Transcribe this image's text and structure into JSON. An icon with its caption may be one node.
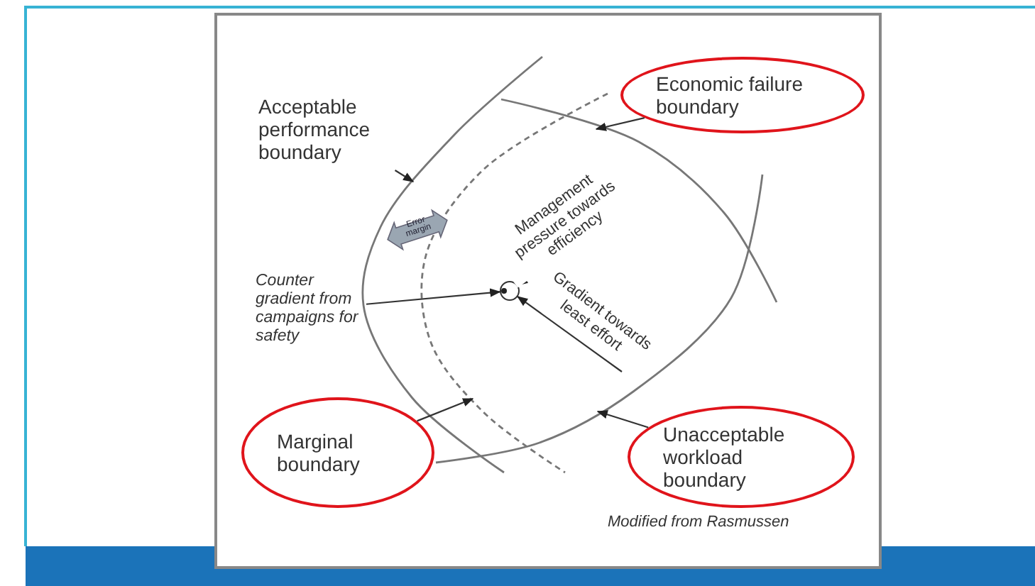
{
  "diagram": {
    "caption": "Modified from Rasmussen",
    "nodes": [
      {
        "text": [
          "Acceptable performance boundary"
        ]
      },
      {
        "text": [
          "Economic failure boundary"
        ]
      },
      {
        "text": [
          "Counter gradient from campaigns for safety"
        ]
      },
      {
        "text": [],
        "shape": "circle"
      },
      {
        "text": [
          "Marginal boundary"
        ]
      },
      {
        "text": [
          "Unacceptable workload boundary"
        ]
      }
    ],
    "edges": [
      {
        "from": 0,
        "to": null,
        "arrow": "to"
      },
      {
        "from": 1,
        "to": null,
        "arrow": "to"
      },
      {
        "from": 2,
        "to": 3,
        "arrow": "to"
      },
      {
        "from": null,
        "to": 3,
        "arrow": "to",
        "label": "Management pressure towards efficiency"
      },
      {
        "from": null,
        "to": 3,
        "arrow": "to",
        "label": "Gradient towards least effort"
      },
      {
        "from": 4,
        "to": null,
        "arrow": "to"
      },
      {
        "from": 5,
        "to": null,
        "arrow": "to"
      }
    ],
    "labels": [
      "Error margin"
    ]
  }
}
